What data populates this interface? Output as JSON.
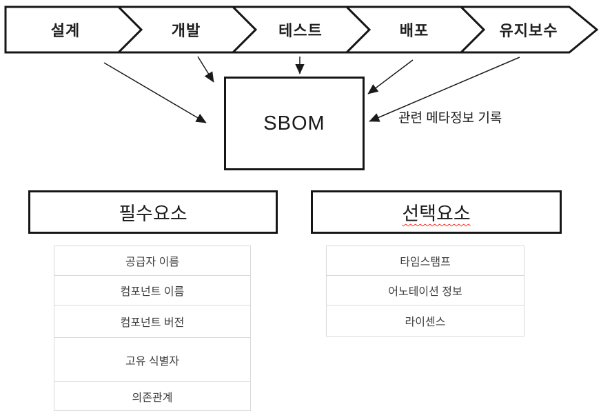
{
  "flow": {
    "stages": [
      {
        "label": "설계"
      },
      {
        "label": "개발"
      },
      {
        "label": "테스트"
      },
      {
        "label": "배포"
      },
      {
        "label": "유지보수"
      }
    ]
  },
  "sbom": {
    "label": "SBOM",
    "annotation": "관련 메타정보 기록"
  },
  "required": {
    "title": "필수요소",
    "items": [
      "공급자 이름",
      "컴포넌트 이름",
      "컴포넌트 버전",
      "고유 식별자",
      "의존관계"
    ]
  },
  "optional": {
    "title": "선택요소",
    "items": [
      "타임스탬프",
      "어노테이션 정보",
      "라이센스"
    ]
  },
  "colors": {
    "shape_line": "#161616",
    "arrow_line": "#1a1a1a",
    "table_border": "#d9d9d9",
    "table_text": "#3f3f3f",
    "spellcheck_underline": "#ff2a1a"
  }
}
